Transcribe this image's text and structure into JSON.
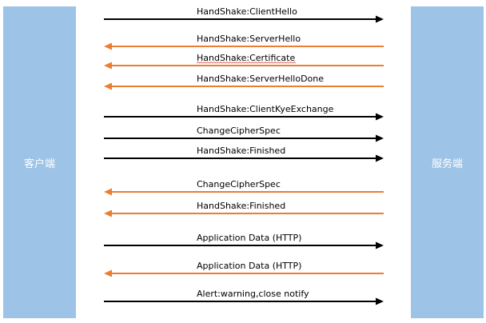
{
  "participants": {
    "client": "客户端",
    "server": "服务端"
  },
  "colors": {
    "lane": "#9dc3e6",
    "request_arrow": "#000000",
    "response_arrow": "#ed7d31",
    "text": "#000000"
  },
  "messages": [
    {
      "label": "HandShake:ClientHello",
      "direction": "client-to-server"
    },
    {
      "label": "HandShake:ServerHello",
      "direction": "server-to-client"
    },
    {
      "label": "HandShake:Certificate",
      "direction": "server-to-client"
    },
    {
      "label": "HandShake:ServerHelloDone",
      "direction": "server-to-client"
    },
    {
      "label": "HandShake:ClientKyeExchange",
      "direction": "client-to-server"
    },
    {
      "label": "ChangeCipherSpec",
      "direction": "client-to-server"
    },
    {
      "label": "HandShake:Finished",
      "direction": "client-to-server"
    },
    {
      "label": "ChangeCipherSpec",
      "direction": "server-to-client"
    },
    {
      "label": "HandShake:Finished",
      "direction": "server-to-client"
    },
    {
      "label": "Application Data (HTTP)",
      "direction": "client-to-server"
    },
    {
      "label": "Application Data (HTTP)",
      "direction": "server-to-client"
    },
    {
      "label": "Alert:warning,close notify",
      "direction": "client-to-server"
    }
  ]
}
